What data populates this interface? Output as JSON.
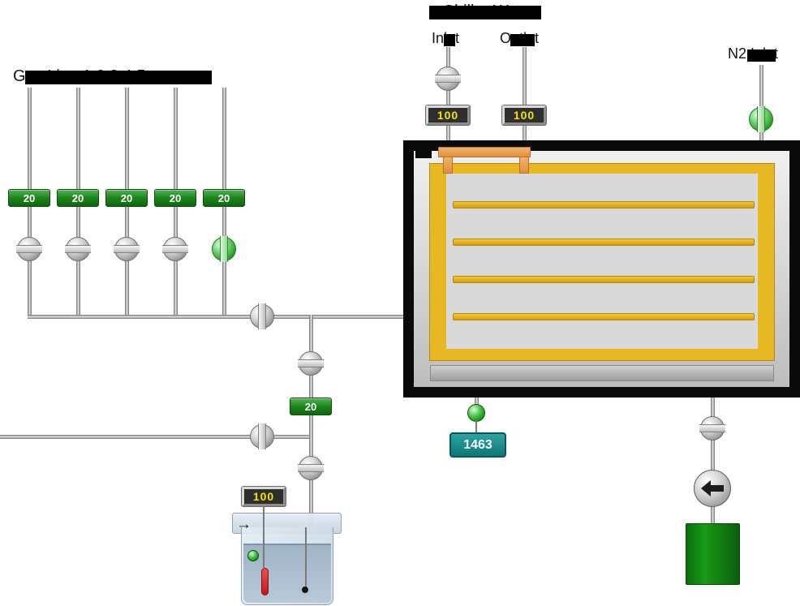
{
  "gas_panel": {
    "title": "Gas Line 1 2 3 4 5",
    "lines": [
      {
        "name": "Gas Line 1",
        "flow": "20",
        "valve_state": "closed"
      },
      {
        "name": "Gas Line 2",
        "flow": "20",
        "valve_state": "closed"
      },
      {
        "name": "Gas Line 3",
        "flow": "20",
        "valve_state": "closed"
      },
      {
        "name": "Gas Line 4",
        "flow": "20",
        "valve_state": "closed"
      },
      {
        "name": "Gas Line 5",
        "flow": "20",
        "valve_state": "open"
      }
    ]
  },
  "mixing_line": {
    "flow": "20"
  },
  "chiller_water": {
    "title": "Chiller Water",
    "inlet": {
      "label": "Inlet",
      "flow": "100",
      "valve_state": "closed"
    },
    "outlet": {
      "label": "Outlet",
      "flow": "100"
    }
  },
  "n2_line": {
    "label": "N2 Inlet",
    "valve_state": "open"
  },
  "furnace": {
    "temperature": "1463"
  },
  "bubbler": {
    "reading": "100",
    "inlet_arrow_icon": "→"
  },
  "colors": {
    "valve_open_green": "#2e9b2e",
    "valve_closed_gray": "#b5b5b5",
    "flow_box_green": "#1d851d",
    "display_text_yellow": "#f4e300",
    "temperature_teal": "#128080",
    "heater_gold": "#e8b824",
    "header_orange": "#eca155",
    "tank_green": "#119211"
  }
}
